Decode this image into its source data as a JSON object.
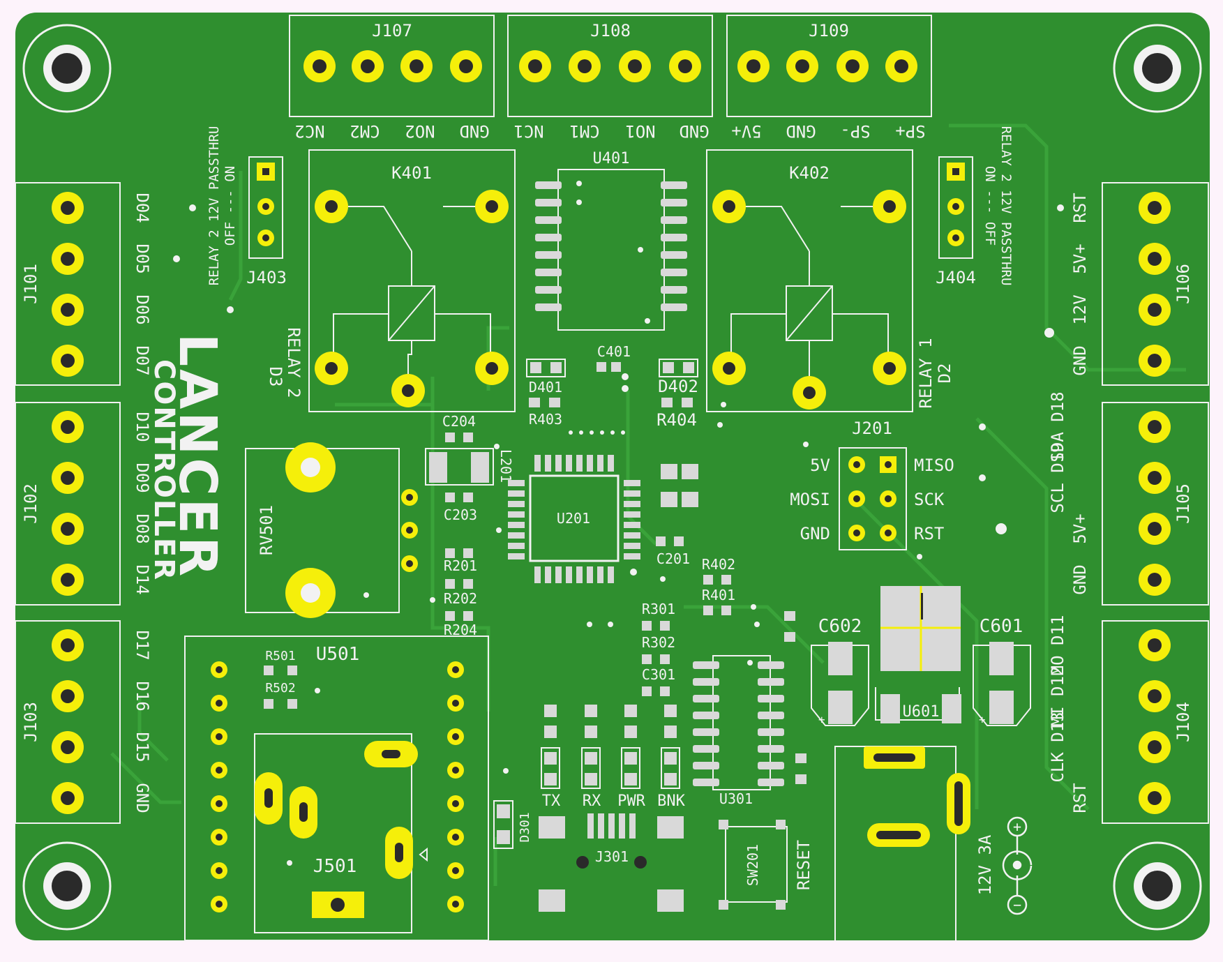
{
  "colors": {
    "board": "#2f8f2f",
    "trace": "#3aa33a",
    "silk": "#f2f2f2",
    "pad": "#f5ef0a",
    "drill": "#2a2a2a",
    "smd": "#d9d9d9",
    "bg": "#fdf3fb"
  },
  "connectors": {
    "j107": {
      "ref": "J107",
      "pins": [
        "NC2",
        "CM2",
        "NO2",
        "GND"
      ]
    },
    "j108": {
      "ref": "J108",
      "pins": [
        "NC1",
        "CM1",
        "NO1",
        "GND"
      ]
    },
    "j109": {
      "ref": "J109",
      "pins": [
        "5V+",
        "GND",
        "SP-",
        "SP+"
      ]
    },
    "j101": {
      "ref": "J101",
      "pins": [
        "D04",
        "D05",
        "D06",
        "D07"
      ]
    },
    "j102": {
      "ref": "J102",
      "pins": [
        "D10",
        "D09",
        "D08",
        "D14"
      ]
    },
    "j103": {
      "ref": "J103",
      "pins": [
        "D17",
        "D16",
        "D15",
        "GND"
      ]
    },
    "j106": {
      "ref": "J106",
      "pins": [
        "RST",
        "5V+",
        "12V",
        "GND"
      ]
    },
    "j105": {
      "ref": "J105",
      "pins": [
        "SDA D18",
        "SCL D19",
        "5V+",
        "GND"
      ]
    },
    "j104": {
      "ref": "J104",
      "pins": [
        "MO D11",
        "MI D12",
        "CLK D13",
        "RST"
      ]
    }
  },
  "jumpers": {
    "j403": {
      "ref": "J403",
      "label": "RELAY 2 12V PASSTHRU",
      "states": "OFF --- ON"
    },
    "j404": {
      "ref": "J404",
      "label": "RELAY 2 12V PASSTHRU",
      "states": "ON --- OFF"
    }
  },
  "relays": {
    "k401": "K401",
    "k402": "K402",
    "relay2": "RELAY 2",
    "relay1": "RELAY 1",
    "d3": "D3",
    "d2": "D2"
  },
  "ics": {
    "u401": "U401",
    "u201": "U201",
    "u301": "U301",
    "u501": "U501",
    "u601": "U601"
  },
  "passives": {
    "c401": "C401",
    "d401": "D401",
    "d402": "D402",
    "r403": "R403",
    "r404": "R404",
    "c204": "C204",
    "c203": "C203",
    "l201": "L201",
    "c201": "C201",
    "r201": "R201",
    "r202": "R202",
    "r204": "R204",
    "r402": "R402",
    "r401": "R401",
    "r301": "R301",
    "r302": "R302",
    "c301": "C301",
    "r501": "R501",
    "r502": "R502",
    "c602": "C602",
    "c601": "C601",
    "rv501": "RV501",
    "d301": "D301"
  },
  "isp": {
    "ref": "J201",
    "left": [
      "5V",
      "MOSI",
      "GND"
    ],
    "right": [
      "MISO",
      "SCK",
      "RST"
    ]
  },
  "leds": [
    "TX",
    "RX",
    "PWR",
    "BNK"
  ],
  "misc": {
    "j301": "J301",
    "j501": "J501",
    "sw201": "SW201",
    "reset": "RESET",
    "power": "12V 3A",
    "plus": "+",
    "minus": "−"
  },
  "logo": {
    "line1": "LANCER",
    "line2": "CONTROLLER"
  }
}
